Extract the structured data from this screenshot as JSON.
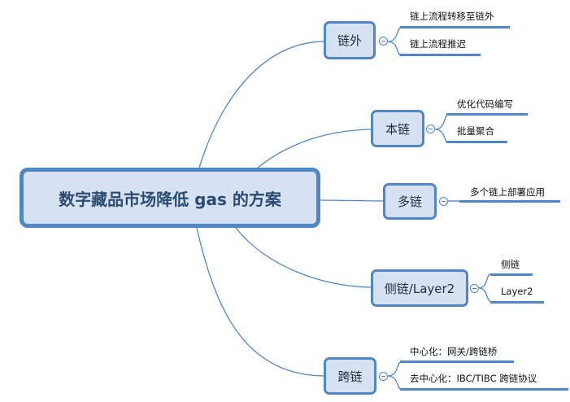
{
  "root": {
    "label": "数字藏品市场降低 gas 的方案"
  },
  "colors": {
    "accent": "#4f86c6",
    "node_fill": "#d6e2f2",
    "root_text": "#2b4b72"
  },
  "branches": [
    {
      "label": "链外",
      "children": [
        "链上流程转移至链外",
        "链上流程推迟"
      ]
    },
    {
      "label": "本链",
      "children": [
        "优化代码编写",
        "批量聚合"
      ]
    },
    {
      "label": "多链",
      "children": [
        "多个链上部署应用"
      ]
    },
    {
      "label": "侧链/Layer2",
      "children": [
        "侧链",
        "Layer2"
      ]
    },
    {
      "label": "跨链",
      "children": [
        "中心化：网关/跨链桥",
        "去中心化：IBC/TIBC 跨链协议"
      ]
    }
  ],
  "collapse_icon": "minus-circle-icon"
}
